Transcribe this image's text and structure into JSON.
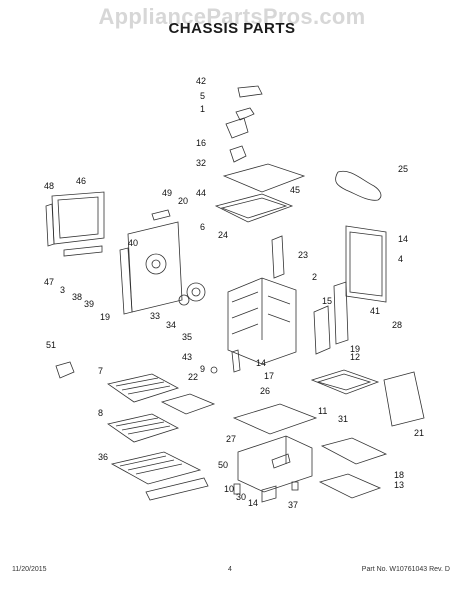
{
  "watermark": "AppliancePartsPros.com",
  "title": "CHASSIS PARTS",
  "footer": {
    "date": "11/20/2015",
    "page": "4",
    "part_rev": "Part No.  W10761043  Rev.  D"
  },
  "callouts": [
    "42",
    "5",
    "1",
    "16",
    "32",
    "45",
    "25",
    "48",
    "46",
    "49",
    "20",
    "44",
    "6",
    "24",
    "23",
    "14",
    "4",
    "40",
    "47",
    "3",
    "38",
    "39",
    "19",
    "33",
    "34",
    "35",
    "2",
    "15",
    "41",
    "28",
    "51",
    "43",
    "9",
    "22",
    "14",
    "17",
    "26",
    "19",
    "12",
    "7",
    "11",
    "8",
    "31",
    "27",
    "21",
    "36",
    "50",
    "18",
    "13",
    "10",
    "30",
    "14",
    "37"
  ]
}
